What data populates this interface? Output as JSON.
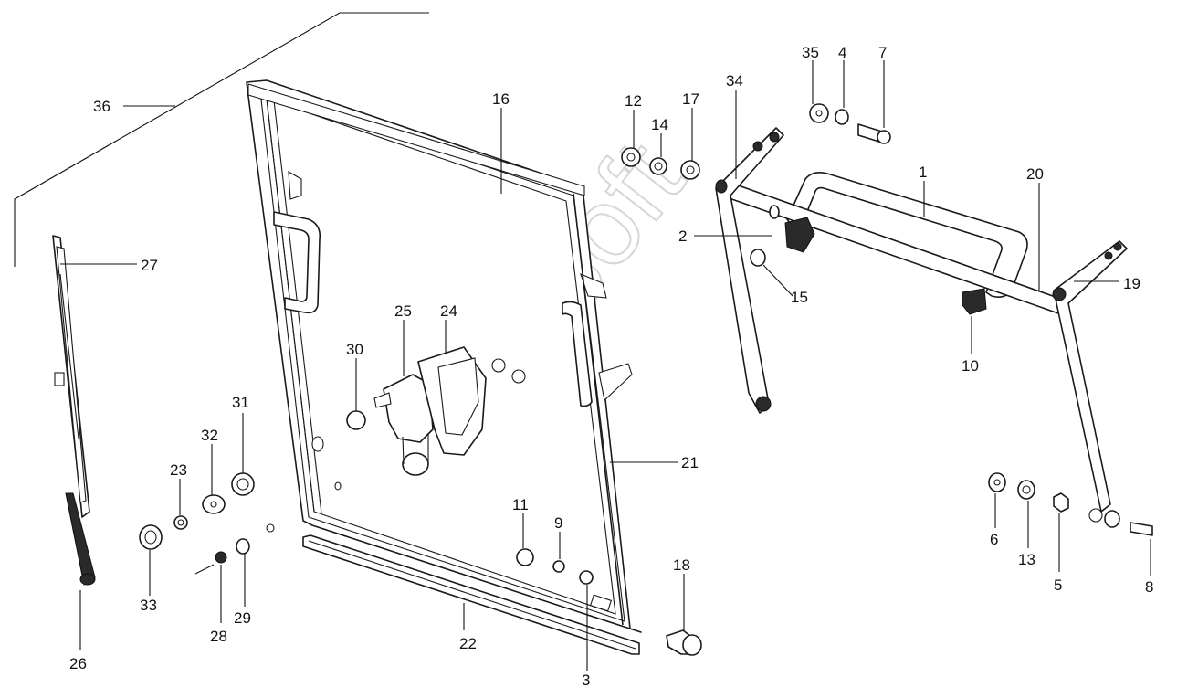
{
  "watermark": "AutoSoft",
  "callouts": [
    {
      "id": "c1",
      "label": "1"
    },
    {
      "id": "c2",
      "label": "2"
    },
    {
      "id": "c3",
      "label": "3"
    },
    {
      "id": "c4",
      "label": "4"
    },
    {
      "id": "c5",
      "label": "5"
    },
    {
      "id": "c6",
      "label": "6"
    },
    {
      "id": "c7",
      "label": "7"
    },
    {
      "id": "c8",
      "label": "8"
    },
    {
      "id": "c9",
      "label": "9"
    },
    {
      "id": "c10",
      "label": "10"
    },
    {
      "id": "c11",
      "label": "11"
    },
    {
      "id": "c12",
      "label": "12"
    },
    {
      "id": "c13",
      "label": "13"
    },
    {
      "id": "c14",
      "label": "14"
    },
    {
      "id": "c15",
      "label": "15"
    },
    {
      "id": "c16",
      "label": "16"
    },
    {
      "id": "c17",
      "label": "17"
    },
    {
      "id": "c18",
      "label": "18"
    },
    {
      "id": "c19",
      "label": "19"
    },
    {
      "id": "c20",
      "label": "20"
    },
    {
      "id": "c21",
      "label": "21"
    },
    {
      "id": "c22",
      "label": "22"
    },
    {
      "id": "c23",
      "label": "23"
    },
    {
      "id": "c24",
      "label": "24"
    },
    {
      "id": "c25",
      "label": "25"
    },
    {
      "id": "c26",
      "label": "26"
    },
    {
      "id": "c27",
      "label": "27"
    },
    {
      "id": "c28",
      "label": "28"
    },
    {
      "id": "c29",
      "label": "29"
    },
    {
      "id": "c30",
      "label": "30"
    },
    {
      "id": "c31",
      "label": "31"
    },
    {
      "id": "c32",
      "label": "32"
    },
    {
      "id": "c33",
      "label": "33"
    },
    {
      "id": "c34",
      "label": "34"
    },
    {
      "id": "c35",
      "label": "35"
    },
    {
      "id": "c36",
      "label": "36"
    }
  ]
}
